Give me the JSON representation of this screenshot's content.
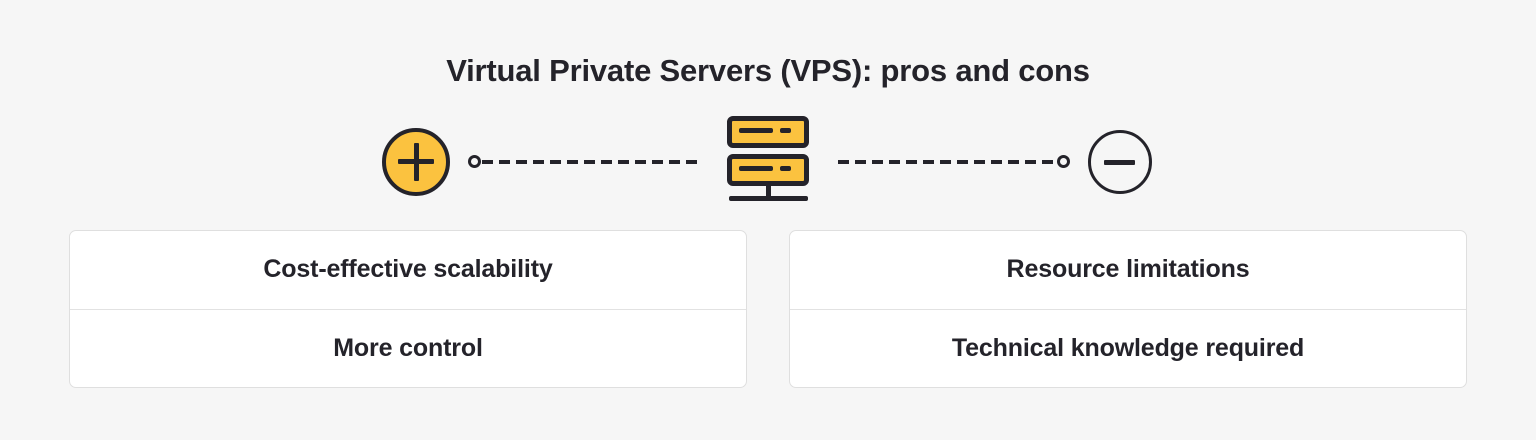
{
  "header": {
    "title": "Virtual Private Servers (VPS): pros and cons"
  },
  "diagram": {
    "center_icon": "server-icon",
    "pros_marker": {
      "icon": "plus-icon",
      "fill_color": "#fbc23f",
      "stroke_color": "#24232a"
    },
    "cons_marker": {
      "icon": "minus-icon",
      "fill_color": "transparent",
      "stroke_color": "#24232a"
    },
    "connector_style": "dashed",
    "connector_color": "#24232a"
  },
  "colors": {
    "background": "#f6f6f6",
    "accent": "#fbc23f",
    "ink": "#24232a",
    "card_background": "#ffffff",
    "card_border": "#dfdfdf",
    "divider": "#e2e2e2"
  },
  "pros": {
    "items": [
      {
        "label": "Cost-effective scalability"
      },
      {
        "label": "More control"
      }
    ]
  },
  "cons": {
    "items": [
      {
        "label": "Resource limitations"
      },
      {
        "label": "Technical knowledge required"
      }
    ]
  }
}
